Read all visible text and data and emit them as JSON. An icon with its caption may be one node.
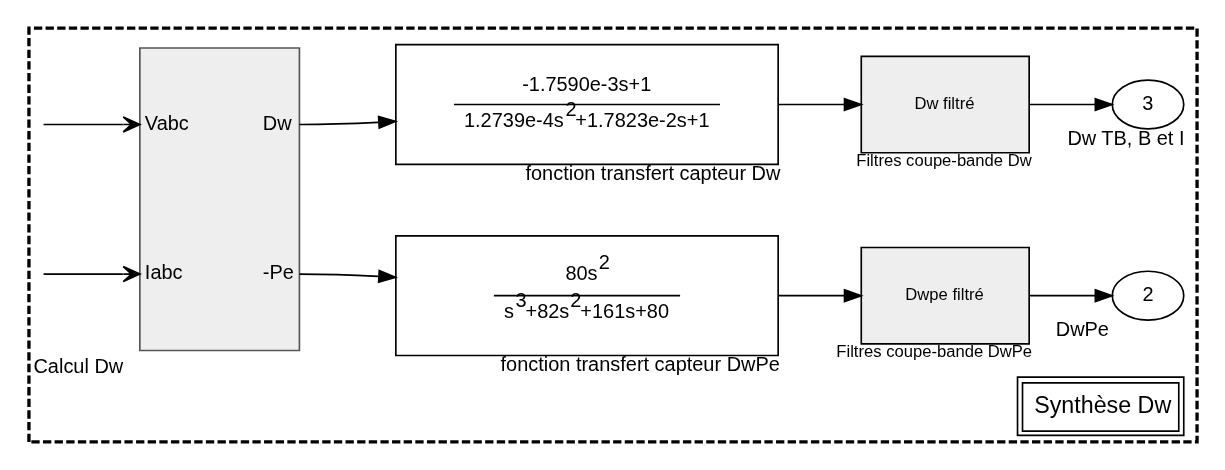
{
  "diagram": {
    "nodes": [
      {
        "text": [
          "Synthèse Dw"
        ]
      },
      {
        "text": [
          "Vabc",
          "Dw",
          "Iabc",
          "-Pe"
        ],
        "beside": [
          "Calcul Dw"
        ],
        "in": 0
      },
      {
        "text": [
          "-1.7590e-3s+1",
          "1.2739e-4s$^{2}$+1.7823e-2s+1"
        ],
        "beside": [
          "fonction transfert capteur Dw"
        ],
        "in": 0
      },
      {
        "text": [
          "Dw filtré"
        ],
        "beside": [
          "Filtres coupe-bande Dw"
        ],
        "in": 0
      },
      {
        "text": [
          "3"
        ],
        "beside": [
          "Dw TB, B et I"
        ],
        "in": 0
      },
      {
        "text": [
          "80s$^{2}$",
          "s$^{3}$+82s$^{2}$+161s+80"
        ],
        "beside": [
          "fonction transfert capteur DwPe"
        ],
        "in": 0
      },
      {
        "text": [
          "Dwpe filtré"
        ],
        "beside": [
          "Filtres coupe-bande DwPe"
        ],
        "in": 0
      },
      {
        "text": [
          "2"
        ],
        "beside": [
          "DwPe"
        ],
        "in": 0
      }
    ],
    "edges": [
      {
        "from": null,
        "to": 1,
        "arrow": "to"
      },
      {
        "from": null,
        "to": 1,
        "arrow": "to"
      },
      {
        "from": 1,
        "to": 2,
        "arrow": "to"
      },
      {
        "from": 2,
        "to": 3,
        "arrow": "to"
      },
      {
        "from": 3,
        "to": 4,
        "arrow": "to"
      },
      {
        "from": 1,
        "to": 5,
        "arrow": "to"
      },
      {
        "from": 5,
        "to": 6,
        "arrow": "to"
      },
      {
        "from": 6,
        "to": 7,
        "arrow": "to"
      }
    ]
  }
}
